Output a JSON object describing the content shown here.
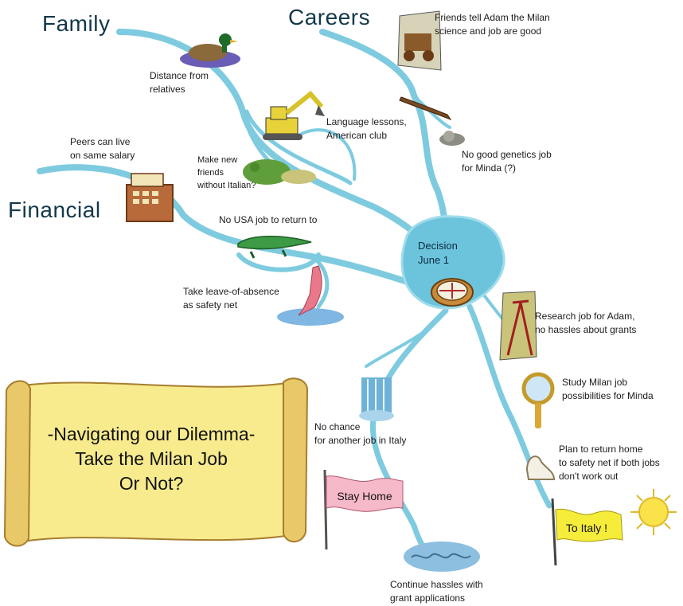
{
  "branches": {
    "family": "Family",
    "careers": "Careers",
    "financial": "Financial"
  },
  "center": {
    "label": "Decision\nJune 1"
  },
  "notes": {
    "distance": "Distance from\nrelatives",
    "language": "Language lessons,\nAmerican club",
    "friends": "Make new\nfriends\nwithout Italian?",
    "peers": "Peers can live\non same salary",
    "no_usa_job": "No USA job to return to",
    "leave": "Take leave-of-absence\nas safety net",
    "friends_tell": "Friends tell Adam the Milan\nscience and job are good",
    "no_genetics": "No good genetics job\nfor Minda (?)",
    "research": "Research job for Adam,\nno hassles about grants",
    "study": "Study Milan job\npossibilities for Minda",
    "plan_return": "Plan to return home\nto safety net if both jobs\ndon't work out",
    "no_chance": "No chance\nfor another job in Italy",
    "hassles": "Continue hassles with\ngrant applications"
  },
  "scroll": {
    "text": "-Navigating our Dilemma-\nTake the Milan Job\nOr Not?"
  },
  "flags": {
    "stay": "Stay Home",
    "italy": "To Italy !"
  },
  "colors": {
    "branch": "#7ecbe0",
    "hub": "#6cc4dc",
    "scroll": "#f7eb8e",
    "flag_stay": "#f6b9c9",
    "flag_italy": "#f6ec3a",
    "sun": "#f9e24a"
  },
  "icons": [
    "duck-icon",
    "excavator-icon",
    "bush-icon",
    "cash-register-icon",
    "crocodile-icon",
    "leg-icon",
    "wagon-icon",
    "canoe-icon",
    "snail-icon",
    "compass-icon",
    "surveyor-icon",
    "magnifier-icon",
    "shoe-icon",
    "waterfall-icon",
    "water-icon",
    "sun-icon"
  ]
}
